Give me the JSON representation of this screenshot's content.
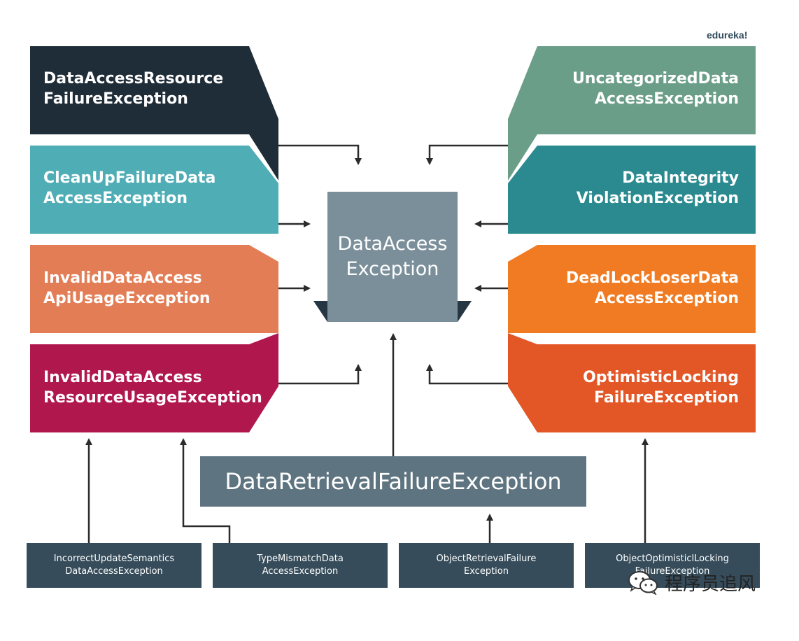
{
  "brand": "edureka!",
  "center": {
    "line1": "DataAccess",
    "line2": "Exception"
  },
  "left_boxes": [
    {
      "line1": "DataAccessResource",
      "line2": "FailureException",
      "color": "#1f2d38"
    },
    {
      "line1": "CleanUpFailureData",
      "line2": "AccessException",
      "color": "#4fadb6"
    },
    {
      "line1": "InvalidDataAccess",
      "line2": "ApiUsageException",
      "color": "#e27d55"
    },
    {
      "line1": "InvalidDataAccess",
      "line2": "ResourceUsageException",
      "color": "#b0174d"
    }
  ],
  "right_boxes": [
    {
      "line1": "UncategorizedData",
      "line2": "AccessException",
      "color": "#6b9e88"
    },
    {
      "line1": "DataIntegrity",
      "line2": "ViolationException",
      "color": "#2a8a90"
    },
    {
      "line1": "DeadLockLoserData",
      "line2": "AccessException",
      "color": "#f07b22"
    },
    {
      "line1": "OptimisticLocking",
      "line2": "FailureException",
      "color": "#e35626"
    }
  ],
  "middle": {
    "label": "DataRetrievalFailureException",
    "color": "#5e7480"
  },
  "bottom_boxes": [
    {
      "line1": "IncorrectUpdateSemantics",
      "line2": "DataAccessException"
    },
    {
      "line1": "TypeMismatchData",
      "line2": "AccessException"
    },
    {
      "line1": "ObjectRetrievalFailure",
      "line2": "Exception"
    },
    {
      "line1": "ObjectOptimisticlLocking",
      "line2": "FailureException"
    }
  ],
  "colors": {
    "center_box": "#7b8f9b",
    "bottom_box": "#364c5a",
    "arrow": "#2b2b2b",
    "center_tab": "#263642"
  },
  "watermark": {
    "text": "程序员追风",
    "icon": "wechat-icon"
  }
}
